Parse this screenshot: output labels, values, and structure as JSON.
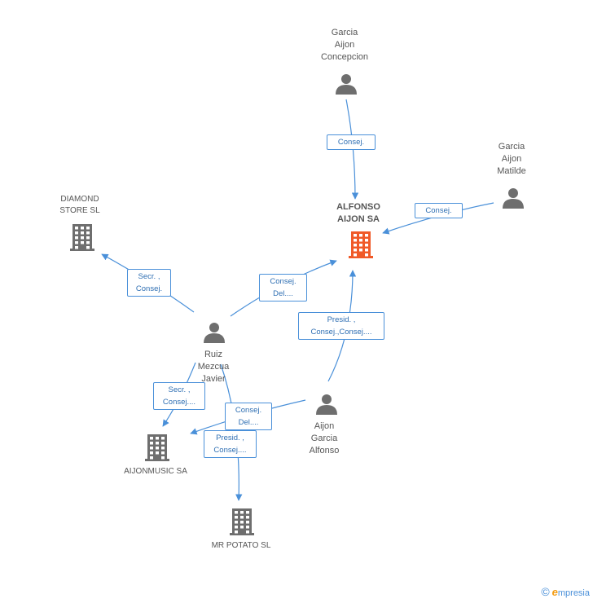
{
  "nodes": {
    "garcia_concepcion": {
      "lines": [
        "Garcia",
        "Aijon",
        "Concepcion"
      ],
      "type": "person"
    },
    "garcia_matilde": {
      "lines": [
        "Garcia",
        "Aijon",
        "Matilde"
      ],
      "type": "person"
    },
    "alfonso_aijon_sa": {
      "lines": [
        "ALFONSO",
        "AIJON SA"
      ],
      "type": "company",
      "focus": true
    },
    "diamond_store": {
      "lines": [
        "DIAMOND",
        "STORE SL"
      ],
      "type": "company"
    },
    "ruiz_mezcua": {
      "lines": [
        "Ruiz",
        "Mezcua",
        "Javier"
      ],
      "type": "person"
    },
    "aijon_garcia": {
      "lines": [
        "Aijon",
        "Garcia",
        "Alfonso"
      ],
      "type": "person"
    },
    "aijonmusic": {
      "lines": [
        "AIJONMUSIC SA"
      ],
      "type": "company"
    },
    "mr_potato": {
      "lines": [
        "MR POTATO  SL"
      ],
      "type": "company"
    }
  },
  "edges": [
    {
      "id": "e1",
      "lines": [
        "Consej."
      ]
    },
    {
      "id": "e2",
      "lines": [
        "Consej."
      ]
    },
    {
      "id": "e3",
      "lines": [
        "Secr. ,",
        "Consej."
      ]
    },
    {
      "id": "e4",
      "lines": [
        "Consej.",
        "Del...."
      ]
    },
    {
      "id": "e5",
      "lines": [
        "Presid. ,",
        "Consej.,Consej...."
      ]
    },
    {
      "id": "e6",
      "lines": [
        "Secr. ,",
        "Consej...."
      ]
    },
    {
      "id": "e7",
      "lines": [
        "Consej.",
        "Del...."
      ]
    },
    {
      "id": "e8",
      "lines": [
        "Presid. ,",
        "Consej...."
      ]
    }
  ],
  "footer": {
    "copyright": "©",
    "brand_initial": "e",
    "brand_rest": "mpresia"
  },
  "colors": {
    "edge": "#4a90d9",
    "person_icon": "#6e6e6e",
    "company_icon": "#6e6e6e",
    "focus_icon": "#f05a28",
    "text": "#555555"
  },
  "icons": {
    "person": "person-icon",
    "company": "building-icon"
  }
}
